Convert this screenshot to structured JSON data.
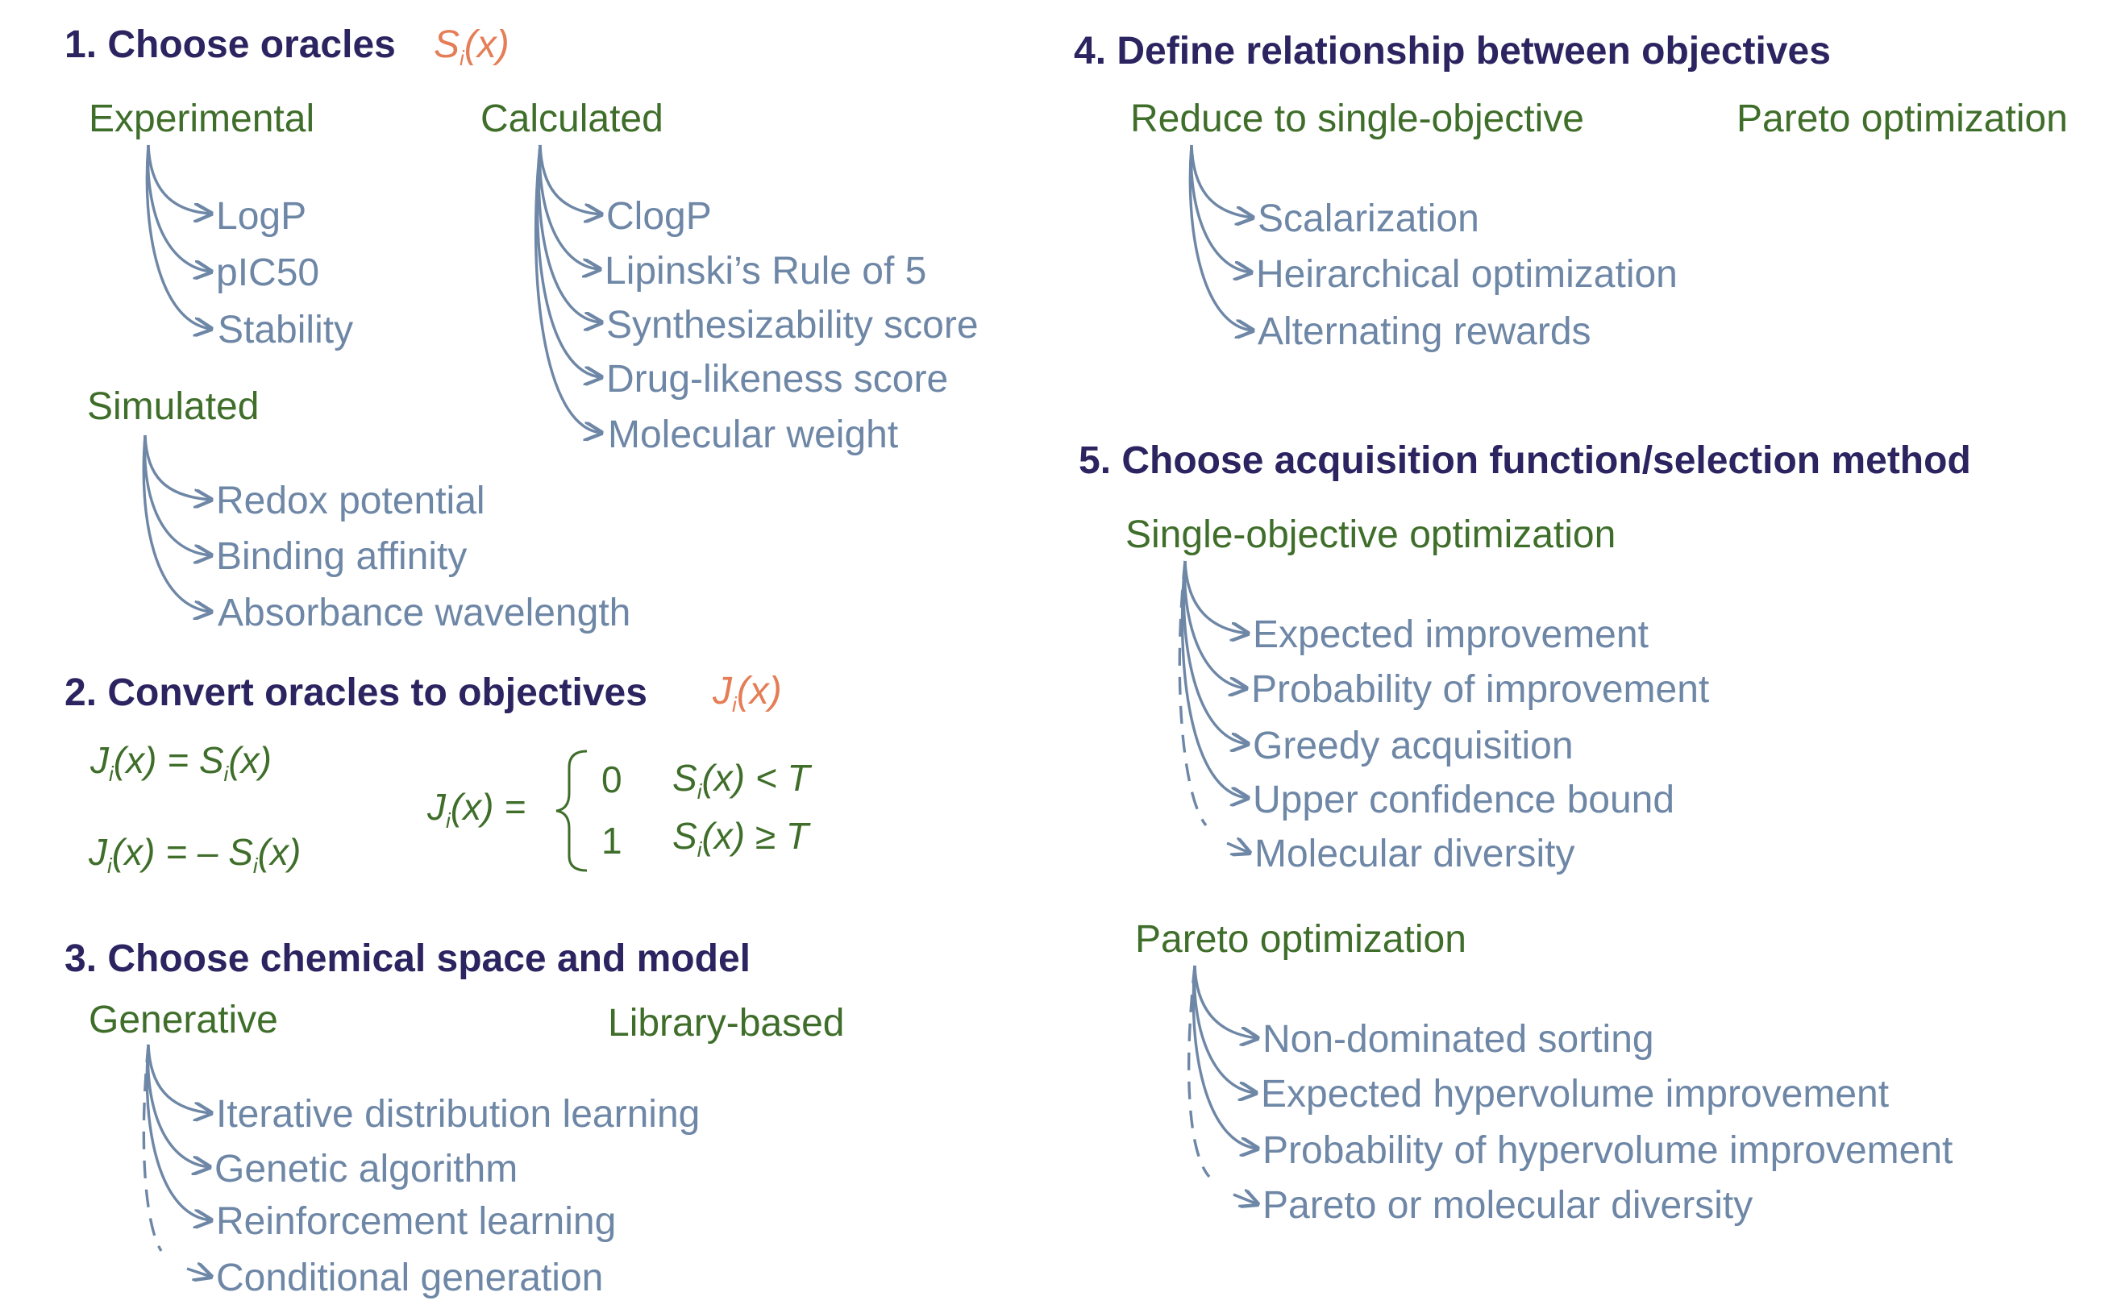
{
  "section1": {
    "title": "1. Choose oracles",
    "oracle_symbol": "S",
    "oracle_sub": "i",
    "oracle_arg": "(x)",
    "experimental": {
      "label": "Experimental",
      "items": [
        "LogP",
        "pIC50",
        "Stability"
      ]
    },
    "calculated": {
      "label": "Calculated",
      "items": [
        "ClogP",
        "Lipinski’s Rule of 5",
        "Synthesizability score",
        "Drug-likeness score",
        "Molecular weight"
      ]
    },
    "simulated": {
      "label": "Simulated",
      "items": [
        "Redox potential",
        "Binding affinity",
        "Absorbance wavelength"
      ]
    }
  },
  "section2": {
    "title": "2. Convert oracles to objectives",
    "objective_symbol": "J",
    "objective_sub": "i",
    "objective_arg": "(x)",
    "eq1": {
      "lhs": "J",
      "lhs_sub": "i",
      "mid": "(x) = S",
      "rhs_sub": "i",
      "tail": "(x)"
    },
    "eq2": {
      "lhs": "J",
      "lhs_sub": "i",
      "mid": "(x) = – S",
      "rhs_sub": "i",
      "tail": "(x)"
    },
    "piecewise": {
      "lhs": "J",
      "lhs_sub": "i",
      "lhs_tail": "(x) =",
      "case1_value": "0",
      "case1_cond": "S",
      "case1_sub": "i",
      "case1_tail": "(x) < T",
      "case2_value": "1",
      "case2_cond": "S",
      "case2_sub": "i",
      "case2_tail": "(x) ≥ T"
    }
  },
  "section3": {
    "title": "3. Choose chemical space and model",
    "generative": {
      "label": "Generative",
      "items": [
        "Iterative distribution learning",
        "Genetic algorithm",
        "Reinforcement learning",
        "Conditional generation"
      ]
    },
    "library": {
      "label": "Library-based"
    }
  },
  "section4": {
    "title": "4. Define relationship between objectives",
    "reduce": {
      "label": "Reduce to single-objective",
      "items": [
        "Scalarization",
        "Heirarchical optimization",
        "Alternating rewards"
      ]
    },
    "pareto": {
      "label": "Pareto optimization"
    }
  },
  "section5": {
    "title": "5. Choose acquisition function/selection method",
    "single": {
      "label": "Single-objective optimization",
      "items": [
        "Expected improvement",
        "Probability of improvement",
        "Greedy acquisition",
        "Upper confidence bound",
        "Molecular diversity"
      ]
    },
    "pareto": {
      "label": "Pareto optimization",
      "items": [
        "Non-dominated sorting",
        "Expected hypervolume improvement",
        "Probability of hypervolume improvement",
        "Pareto or molecular diversity"
      ]
    }
  },
  "colors": {
    "heading": "#2b2460",
    "category": "#3f6e2a",
    "leaf": "#6e87a6",
    "oracle": "#e57e56",
    "arrow": "#6e87a6"
  }
}
